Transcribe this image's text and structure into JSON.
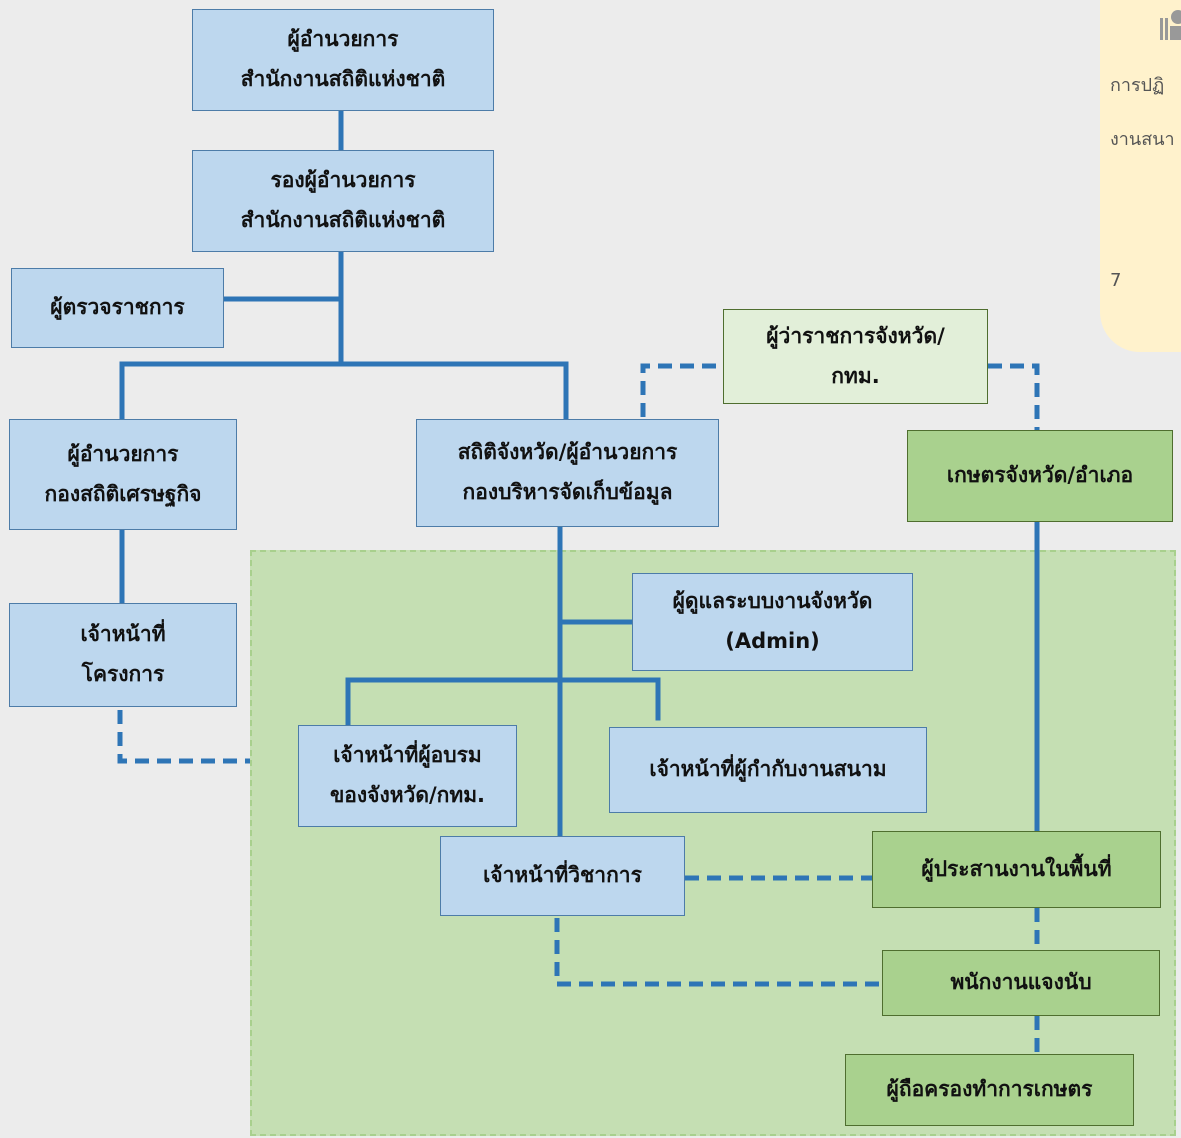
{
  "nodes": {
    "director": [
      "ผู้อำนวยการ",
      "สำนักงานสถิติแห่งชาติ"
    ],
    "deputy": [
      "รองผู้อำนวยการ",
      "สำนักงานสถิติแห่งชาติ"
    ],
    "inspector": [
      "ผู้ตรวจราชการ"
    ],
    "econ_director": [
      "ผู้อำนวยการ",
      "กองสถิติเศรษฐกิจ"
    ],
    "provincial_stat": [
      "สถิติจังหวัด/ผู้อำนวยการ",
      "กองบริหารจัดเก็บข้อมูล"
    ],
    "governor": [
      "ผู้ว่าราชการจังหวัด/",
      "กทม."
    ],
    "agri_office": [
      "เกษตรจังหวัด/อำเภอ"
    ],
    "project_staff": [
      "เจ้าหน้าที่",
      "โครงการ"
    ],
    "admin": [
      "ผู้ดูแลระบบงานจังหวัด",
      "(Admin)"
    ],
    "trainer": [
      "เจ้าหน้าที่ผู้อบรม",
      "ของจังหวัด/กทม."
    ],
    "field_supervisor": [
      "เจ้าหน้าที่ผู้กำกับงานสนาม"
    ],
    "academic": [
      "เจ้าหน้าที่วิชาการ"
    ],
    "coordinator": [
      "ผู้ประสานงานในพื้นที่"
    ],
    "enumerator": [
      "พนักงานแจงนับ"
    ],
    "farmer": [
      "ผู้ถือครองทำการเกษตร"
    ]
  },
  "side_note": {
    "line1": "การปฏิ",
    "line2": "งานสนา",
    "number": "7"
  },
  "colors": {
    "blue_box": "#bdd7ee",
    "green_box": "#a9d18e",
    "light_green_box": "#e2efd9",
    "zone": "#c5dfb3",
    "line": "#2e75b6"
  }
}
